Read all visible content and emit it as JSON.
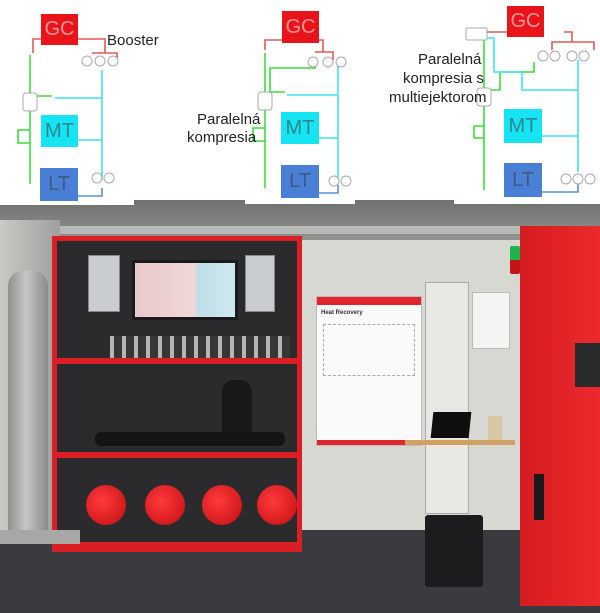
{
  "title": "CO2 refrigeration system configurations and test rig",
  "diagrams": [
    {
      "label": "Booster",
      "blocks": {
        "gas_cooler": "GC",
        "medium_temp": "MT",
        "low_temp": "LT"
      }
    },
    {
      "label_line1": "Paralelná",
      "label_line2": "kompresia",
      "blocks": {
        "gas_cooler": "GC",
        "medium_temp": "MT",
        "low_temp": "LT"
      }
    },
    {
      "label_line1": "Paralelná",
      "label_line2": "kompresia s",
      "label_line3": "multiejektorom",
      "blocks": {
        "gas_cooler": "GC",
        "medium_temp": "MT",
        "low_temp": "LT"
      }
    }
  ],
  "photo": {
    "poster_title": "Heat Recovery",
    "description": "Photograph of a CO2 refrigeration training rig inside a container: red frame with four red compressors, two drives, a display screen, a gas cylinder, a Heat Recovery poster, a laptop on a small desk, and a red control cabinet with a signal light."
  },
  "colors": {
    "gc_red": "#e8141a",
    "mt_cyan": "#16e4f2",
    "lt_blue": "#4a7fd6",
    "pipe_green": "#3ddc3d",
    "pipe_cyan": "#3fe1f0",
    "pipe_red": "#e05a5a",
    "pipe_blue": "#5b8fd8",
    "frame_red": "#d91f25"
  }
}
